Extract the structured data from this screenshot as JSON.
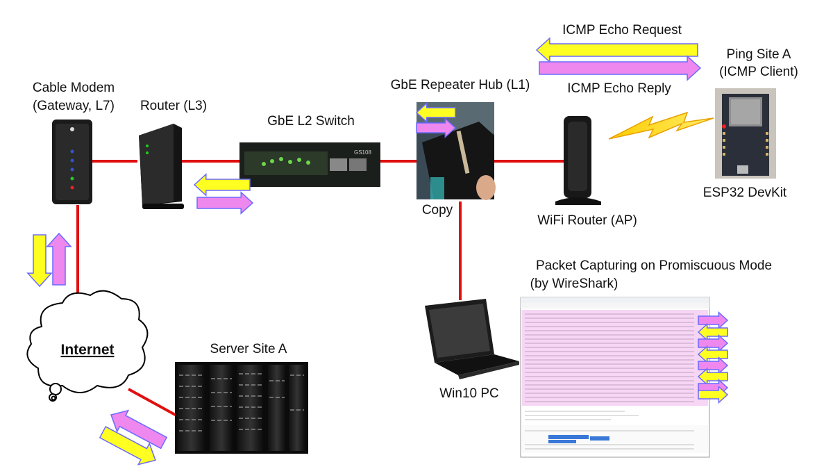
{
  "labels": {
    "cable_modem": [
      "Cable Modem",
      "(Gateway, L7)"
    ],
    "router": "Router (L3)",
    "switch": "GbE L2 Switch",
    "hub": "GbE Repeater Hub (L1)",
    "copy": "Copy",
    "echo_request": "ICMP Echo Request",
    "echo_reply": "ICMP Echo Reply",
    "ping_site": [
      "Ping Site A",
      "(ICMP Client)"
    ],
    "esp32": "ESP32 DevKit",
    "wifi_router": "WiFi Router (AP)",
    "capture": [
      "Packet Capturing on Promiscuous Mode",
      "(by WireShark)"
    ],
    "internet": "Internet",
    "server": "Server Site A",
    "pc": "Win10 PC",
    "switch_model": "GS108"
  },
  "colors": {
    "link": "#e01010",
    "request_arrow": "#ffff22",
    "reply_arrow": "#ee88ee",
    "arrow_stroke": "#6a6aff",
    "device_dark": "#1a1a1a"
  },
  "icons": [
    "cloud-icon",
    "lightning-bolt-icon",
    "cable-modem-icon",
    "router-icon",
    "switch-photo",
    "hub-photo",
    "wifi-router-icon",
    "esp32-board-photo",
    "server-rack-photo",
    "laptop-icon",
    "wireshark-window"
  ]
}
